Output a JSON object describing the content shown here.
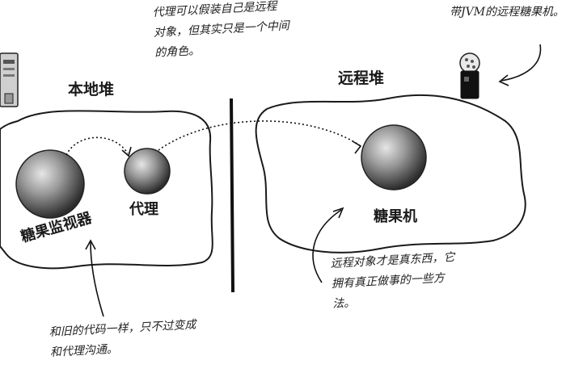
{
  "diagram": {
    "local_heap": {
      "title": "本地堆"
    },
    "remote_heap": {
      "title": "远程堆"
    },
    "objects": {
      "monitor": {
        "label": "糖果监视器"
      },
      "proxy": {
        "label": "代理"
      },
      "machine": {
        "label": "糖果机"
      }
    },
    "notes": {
      "proxy_note": [
        "代理可以假装自己是远程",
        "对象，但其实只是一个中间",
        "的角色。"
      ],
      "jvm_note": "带JVM的远程糖果机。",
      "remote_note": [
        "远程对象才是真东西，它",
        "拥有真正做事的一些方",
        "法。"
      ],
      "monitor_note": [
        "和旧的代码一样，只不过变成",
        "和代理沟通。"
      ]
    },
    "colors": {
      "ink": "#1a1a1a",
      "sphere_light": "#d9d9d9",
      "sphere_dark": "#3a3a3a"
    }
  }
}
